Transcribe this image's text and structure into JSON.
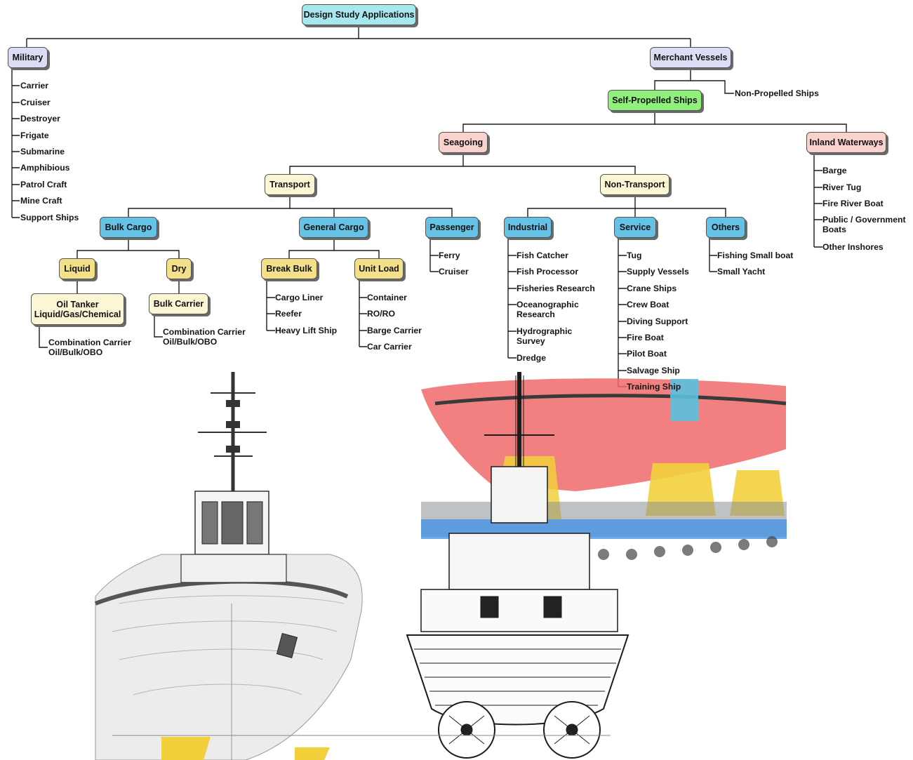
{
  "root": "Design Study Applications",
  "military": {
    "title": "Military",
    "items": [
      "Carrier",
      "Cruiser",
      "Destroyer",
      "Frigate",
      "Submarine",
      "Amphibious",
      "Patrol Craft",
      "Mine Craft",
      "Support Ships"
    ]
  },
  "merchant": {
    "title": "Merchant Vessels",
    "self_propelled": "Self-Propelled Ships",
    "non_propelled": "Non-Propelled Ships"
  },
  "seagoing": "Seagoing",
  "inland": {
    "title": "Inland Waterways",
    "items": [
      "Barge",
      "River Tug",
      "Fire River Boat",
      "Public / Government Boats",
      "Other Inshores"
    ]
  },
  "transport": "Transport",
  "non_transport": "Non-Transport",
  "bulk_cargo": "Bulk Cargo",
  "general_cargo": "General Cargo",
  "passenger": {
    "title": "Passenger",
    "items": [
      "Ferry",
      "Cruiser"
    ]
  },
  "industrial": {
    "title": "Industrial",
    "items": [
      "Fish Catcher",
      "Fish Processor",
      "Fisheries Research",
      "Oceanographic Research",
      "Hydrographic Survey",
      "Dredge"
    ]
  },
  "service": {
    "title": "Service",
    "items": [
      "Tug",
      "Supply Vessels",
      "Crane Ships",
      "Crew Boat",
      "Diving Support",
      "Fire Boat",
      "Pilot Boat",
      "Salvage Ship",
      "Training Ship"
    ]
  },
  "others": {
    "title": "Others",
    "items": [
      "Fishing Small boat",
      "Small Yacht"
    ]
  },
  "liquid": "Liquid",
  "dry": "Dry",
  "oil_tanker": {
    "line1": "Oil Tanker",
    "line2": "Liquid/Gas/Chemical",
    "sub": [
      "Combination Carrier",
      "Oil/Bulk/OBO"
    ]
  },
  "bulk_carrier": {
    "title": "Bulk Carrier",
    "sub": [
      "Combination Carrier",
      "Oil/Bulk/OBO"
    ]
  },
  "break_bulk": {
    "title": "Break Bulk",
    "items": [
      "Cargo Liner",
      "Reefer",
      "Heavy Lift Ship"
    ]
  },
  "unit_load": {
    "title": "Unit Load",
    "items": [
      "Container",
      "RO/RO",
      "Barge Carrier",
      "Car Carrier"
    ]
  },
  "colors": {
    "root": "#a6e8ee",
    "level1": "#dcdcf4",
    "self_propelled": "#8ff07c",
    "seagoing": "#f9d1cd",
    "transport": "#fbf7d4",
    "category": "#66c2e4",
    "subcategory": "#f5e08a",
    "hull_red": "#f06a6a",
    "transporter_blue": "#3f8fe6",
    "cradle_yellow": "#f2d03c"
  }
}
